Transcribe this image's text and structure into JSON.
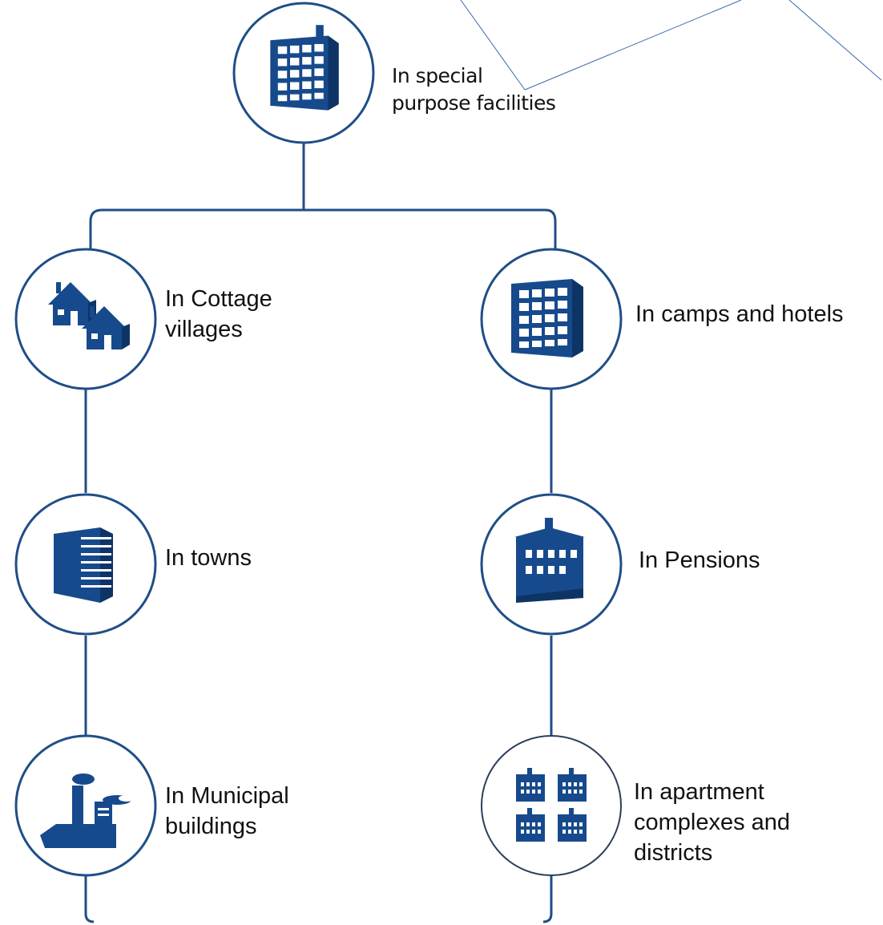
{
  "colors": {
    "stroke": "#1f4e87",
    "icon_fill": "#174a8c",
    "background": "#ffffff",
    "text": "#111111",
    "deco_line": "#3a6aa8"
  },
  "top": {
    "icon": "office-building-icon",
    "label_lines": [
      "In special",
      "purpose facilities"
    ]
  },
  "left": [
    {
      "icon": "cottage-houses-icon",
      "label_lines": [
        "In Cottage",
        "villages"
      ]
    },
    {
      "icon": "tower-building-icon",
      "label_lines": [
        "In towns"
      ]
    },
    {
      "icon": "factory-icon",
      "label_lines": [
        "In Municipal",
        "buildings"
      ]
    }
  ],
  "right": [
    {
      "icon": "hotel-building-icon",
      "label_lines": [
        "In camps and hotels"
      ]
    },
    {
      "icon": "pension-house-icon",
      "label_lines": [
        "In Pensions"
      ]
    },
    {
      "icon": "apartment-blocks-icon",
      "label_lines": [
        "In apartment",
        "complexes and",
        "districts"
      ]
    }
  ]
}
